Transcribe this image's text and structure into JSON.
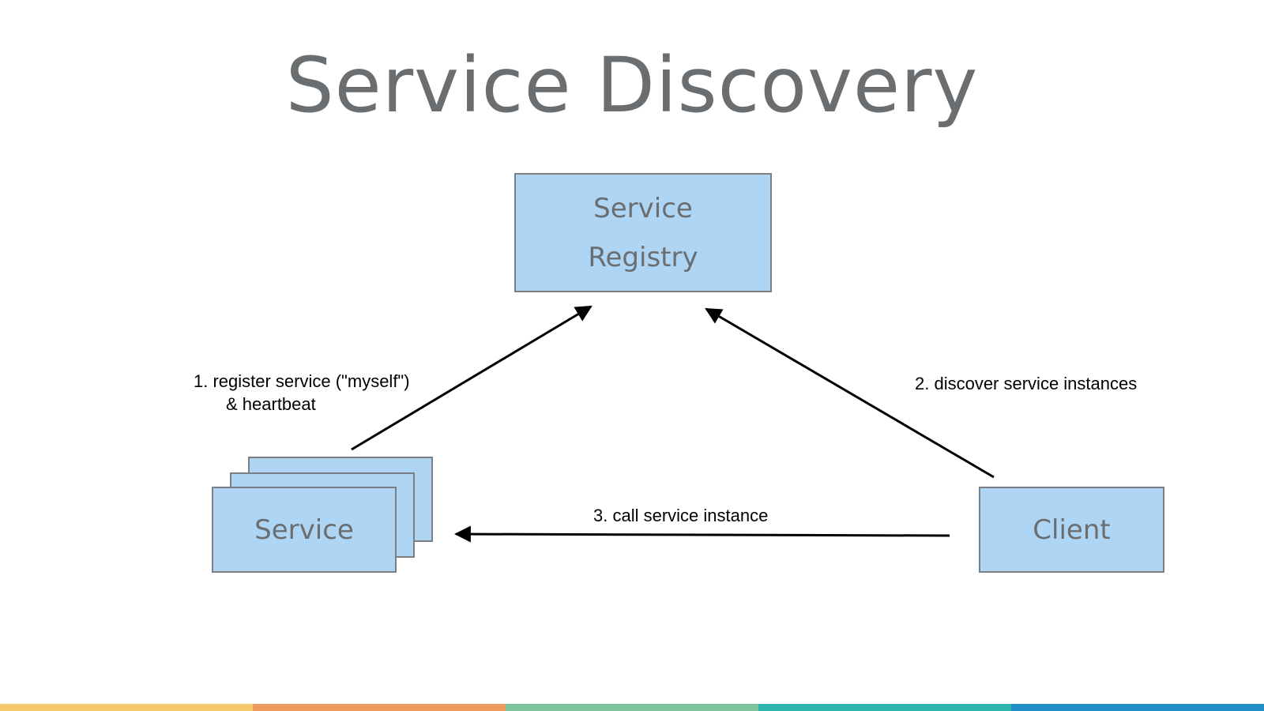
{
  "title": "Service Discovery",
  "nodes": {
    "registry": [
      "Service",
      "Registry"
    ],
    "service": "Service",
    "client": "Client"
  },
  "edges": {
    "register": [
      "1. register service (\"myself\")",
      "& heartbeat"
    ],
    "discover": "2. discover service instances",
    "call": "3. call service instance"
  },
  "colors": {
    "box_fill": "#afd5f4",
    "box_border": "#7b7f84",
    "title": "#6b6e70",
    "stripes": [
      "#f5c86a",
      "#ee9a5e",
      "#7ec49a",
      "#2db5ad",
      "#1f8fc6"
    ]
  }
}
